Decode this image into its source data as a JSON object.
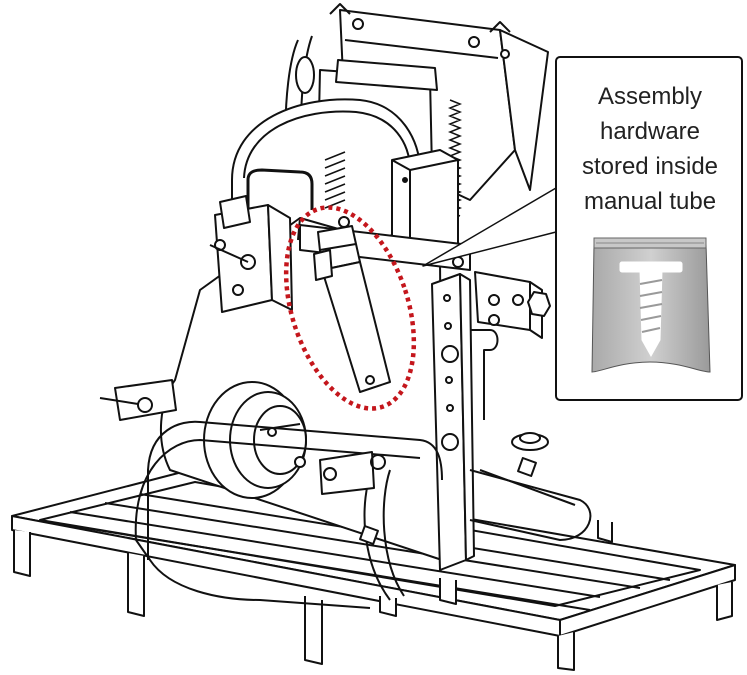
{
  "callout": {
    "lines": [
      "Assembly",
      "hardware",
      "stored inside",
      "manual tube"
    ]
  },
  "highlight": {
    "color": "#c4161c",
    "style": "dotted ellipse around manual tube"
  },
  "icons": [
    "screw-bag-icon"
  ],
  "colors": {
    "line": "#111111",
    "bag_fill": "#b9b9b9",
    "callout_border": "#111111"
  }
}
